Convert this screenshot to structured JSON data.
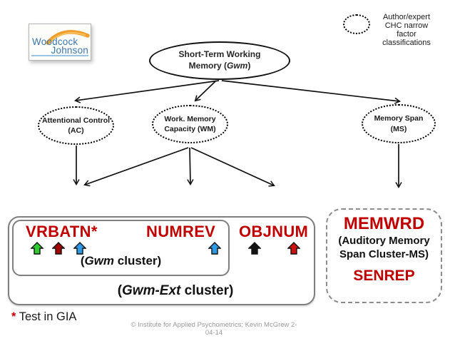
{
  "colors": {
    "red_text": "#c00000",
    "box_border_gray": "#7f7f7f",
    "arrow_green": "#2ecc2e",
    "arrow_darkred": "#a50000",
    "arrow_blue": "#2f9ae3",
    "arrow_black": "#141414",
    "arrow_red": "#cc1111"
  },
  "logo": {
    "word1": "Woodcock",
    "word2": "Johnson"
  },
  "legend": {
    "line1": "Author/expert",
    "line2": "CHC narrow",
    "line3": "factor",
    "line4": "classifications"
  },
  "root_factor": {
    "line1": "Short-Term Working",
    "line2_pre": "Memory (",
    "line2_italic": "Gwm",
    "line2_post": ")"
  },
  "narrow_factors": {
    "ac": {
      "line1": "Attentional Control",
      "line2": "(AC)"
    },
    "wm": {
      "line1": "Work. Memory",
      "line2": "Capacity (WM)"
    },
    "ms": {
      "line1": "Memory Span",
      "line2": "(MS)"
    }
  },
  "tests": {
    "vrbatn": "VRBATN*",
    "numrev": "NUMREV",
    "objnum": "OBJNUM",
    "memwrd": "MEMWRD",
    "senrep": "SENREP"
  },
  "test_arrows": {
    "vrbatn": [
      "green",
      "darkred",
      "blue"
    ],
    "numrev": [
      "blue"
    ],
    "objnum": [
      "black",
      "red"
    ]
  },
  "clusters": {
    "gwm_pre": "(",
    "gwm_italic": "Gwm",
    "gwm_post": " cluster)",
    "gwmext_pre": "(",
    "gwmext_italic": "Gwm-Ext",
    "gwmext_post": " cluster)",
    "auditory_line1": "(Auditory Memory",
    "auditory_line2": "Span Cluster-MS)"
  },
  "footnote": {
    "asterisk": "*",
    "text": " Test in GIA"
  },
  "copyright": {
    "line1": "© Institute for Applied Psychometrics;  Kevin McGrew 2-",
    "line2": "04-14"
  }
}
